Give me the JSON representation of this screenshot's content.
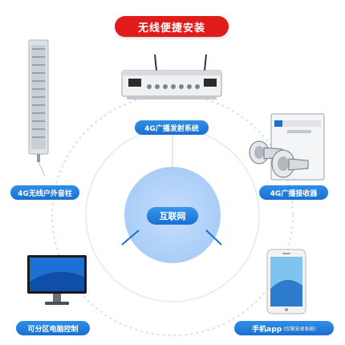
{
  "title": "无线便捷安装",
  "center": "互联网",
  "devices": {
    "broadcast_system": "4G广播发射系统",
    "outdoor_speaker": "4G无线户外音柱",
    "receiver": "4G广播接收器",
    "pc_control": "可分区电脑控制",
    "mobile_app": "手机app",
    "mobile_app_note": "(仅限安卓系统)"
  },
  "colors": {
    "title_bg": "#e11a1a",
    "pill_bg": "#1a6fd0",
    "circle": "#cfe3fb"
  },
  "icons": [
    "column-speaker-icon",
    "amplifier-icon",
    "horn-speaker-icon",
    "receiver-box-icon",
    "monitor-icon",
    "phone-icon"
  ]
}
